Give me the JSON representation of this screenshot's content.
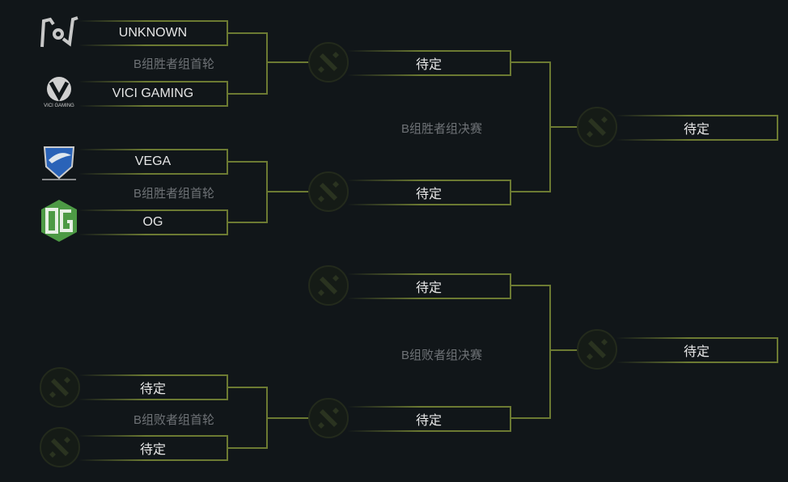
{
  "round1": {
    "upper": [
      {
        "label": "B组胜者组首轮",
        "teams": [
          {
            "name": "UNKNOWN",
            "logo": "unknown-logo"
          },
          {
            "name": "VICI GAMING",
            "logo": "vici-gaming-logo",
            "logo_text": "VICI GAMING"
          }
        ]
      },
      {
        "label": "B组胜者组首轮",
        "teams": [
          {
            "name": "VEGA",
            "logo": "vega-logo"
          },
          {
            "name": "OG",
            "logo": "og-logo"
          }
        ]
      }
    ],
    "lower": {
      "label": "B组败者组首轮",
      "teams": [
        {
          "name": "待定",
          "logo": "dota-placeholder-icon"
        },
        {
          "name": "待定",
          "logo": "dota-placeholder-icon"
        }
      ]
    }
  },
  "round2": {
    "upper_label": "B组胜者组决赛",
    "lower_label": "B组败者组决赛",
    "slots": [
      "待定",
      "待定",
      "待定",
      "待定"
    ]
  },
  "round3": {
    "slots": [
      "待定",
      "待定"
    ]
  },
  "colors": {
    "background": "#111619",
    "line": "#6c7a32",
    "label": "#6e7276"
  }
}
